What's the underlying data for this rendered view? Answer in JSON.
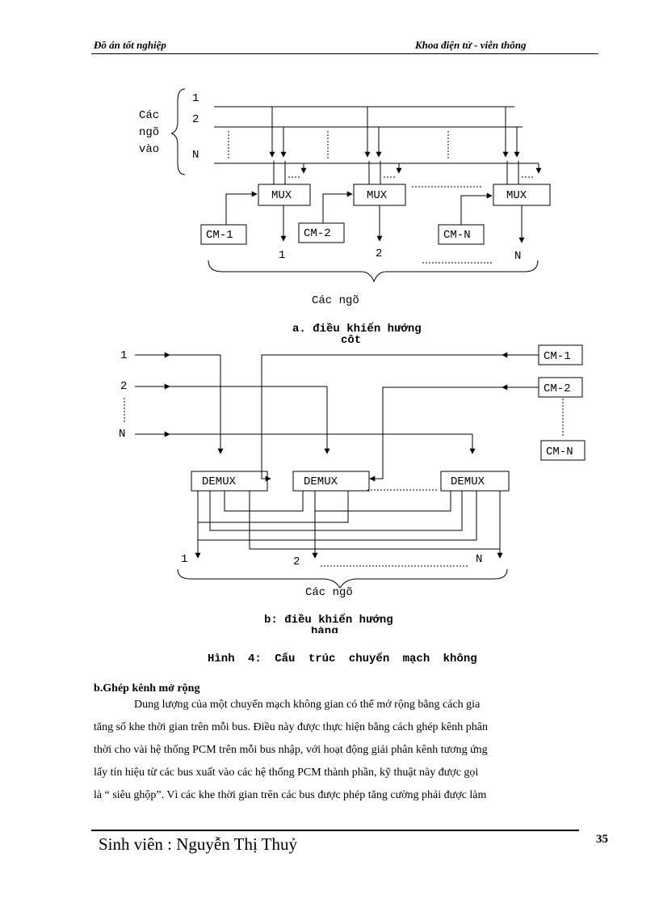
{
  "header": {
    "left": "Đồ án tốt nghiệp",
    "right": "Khoa điện tử - viễn thông"
  },
  "figure_a": {
    "input_label_1": "Các",
    "input_label_2": "ngõ",
    "input_label_3": "vào",
    "input_1": "1",
    "input_2": "2",
    "input_n": "N",
    "mux_1": "MUX",
    "mux_2": "MUX",
    "mux_3": "MUX",
    "cm_1": "CM-1",
    "cm_2": "CM-2",
    "cm_n": "CM-N",
    "out_1": "1",
    "out_2": "2",
    "out_n": "N",
    "out_label": "Các ngõ",
    "caption": "a. điều khiển hướng",
    "caption_cut": "cột"
  },
  "figure_b": {
    "in_1": "1",
    "in_2": "2",
    "in_n": "N",
    "cm_1": "CM-1",
    "cm_2": "CM-2",
    "cm_n": "CM-N",
    "demux_1": "DEMUX",
    "demux_2": "DEMUX",
    "demux_3": "DEMUX",
    "out_1": "1",
    "out_2": "2",
    "out_n": "N",
    "out_label": "Các ngõ",
    "caption": "b: điều khiển hướng",
    "caption_cut": "hàng"
  },
  "figure_caption": "Hình 4: Cấu trúc chuyển mạch không",
  "section": {
    "heading": "b.Ghép kênh mở rộng",
    "lines": [
      "Dung lượng của một chuyển mạch không gian có thể mở rộng bằng cách gia",
      "tăng số khe thời gian trên mỗi bus. Điều này được thực hiện bằng cách ghép kênh phân",
      "thời cho vài hệ thống PCM trên mỗi bus nhập, với hoạt động giải phân kênh tương ứng",
      "lấy tín hiệu từ các bus xuất vào các hệ thống PCM thành phần, kỹ thuật này được gọi",
      "là “ siêu ghộp”. Vì các khe thời gian trên các bus được phép tăng cường phải được làm"
    ]
  },
  "footer": {
    "student": "Sinh viên : Nguyễn Thị Thuỷ",
    "page": "35"
  }
}
